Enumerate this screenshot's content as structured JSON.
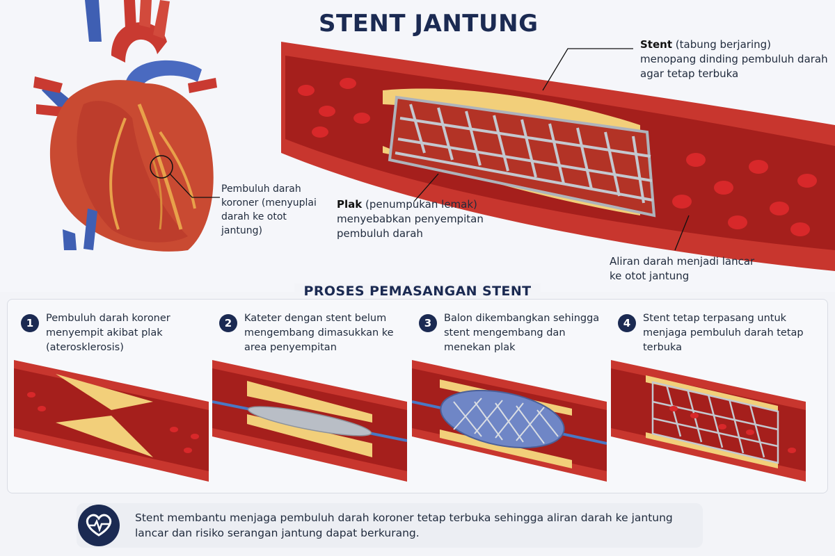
{
  "title": "STENT JANTUNG",
  "labels": {
    "heart": "Pembuluh darah koroner (menyuplai darah ke otot jantung)",
    "stent_bold": "Stent",
    "stent_rest": " (tabung berjaring) menopang dinding pembuluh darah agar tetap terbuka",
    "plak_bold": "Plak",
    "plak_rest": " (penumpukan lemak) menyebabkan penyempitan pembuluh darah",
    "aliran": "Aliran darah menjadi lancar ke otot jantung"
  },
  "process": {
    "title": "PROSES PEMASANGAN STENT",
    "steps": [
      {
        "num": "1",
        "text": "Pembuluh darah koroner menyempit akibat plak (aterosklerosis)"
      },
      {
        "num": "2",
        "text": "Kateter dengan stent belum mengembang dimasukkan ke area penyempitan"
      },
      {
        "num": "3",
        "text": "Balon dikembangkan sehingga stent mengembang dan menekan plak"
      },
      {
        "num": "4",
        "text": "Stent tetap terpasang untuk menjaga pembuluh darah tetap terbuka"
      }
    ]
  },
  "footer": {
    "icon": "heart-pulse-icon",
    "text": "Stent membantu menjaga pembuluh darah koroner tetap terbuka sehingga aliran darah ke jantung lancar dan risiko serangan jantung dapat berkurang."
  },
  "colors": {
    "navy": "#1b2a52",
    "vessel": "#c8362e",
    "vessel_inner": "#a51f1c",
    "plaque": "#f2cf7a",
    "blood": "#d8282a",
    "stent": "#b9bec6",
    "balloon": "#6f86c6"
  }
}
